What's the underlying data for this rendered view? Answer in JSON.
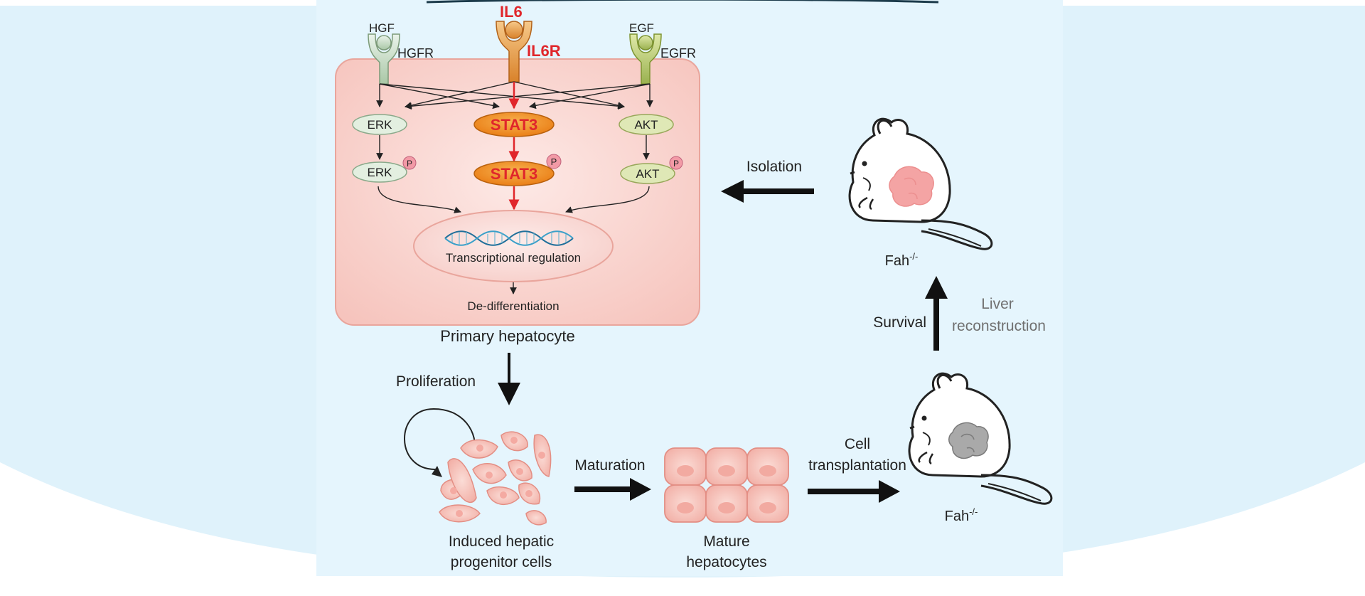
{
  "colors": {
    "background_blue": "#dff2fb",
    "panel_blue": "#e4f4fc",
    "cell_fill": "#f9d3cf",
    "cell_border": "#e59a92",
    "il6_red": "#e0262b",
    "stat3_orange": "#f08c1c",
    "erk_green": "#e3efe0",
    "akt_green": "#dfe8b6",
    "phospho_pink": "#f29aa6",
    "liver_pink": "#f4a4a4",
    "liver_gray": "#a9a9a9"
  },
  "receptors": {
    "hgf": {
      "ligand": "HGF",
      "receptor": "HGFR"
    },
    "il6": {
      "ligand": "IL6",
      "receptor": "IL6R"
    },
    "egf": {
      "ligand": "EGF",
      "receptor": "EGFR"
    }
  },
  "pathway": {
    "erk": "ERK",
    "erk_p": "ERK",
    "stat3": "STAT3",
    "stat3_p": "STAT3",
    "akt": "AKT",
    "akt_p": "AKT",
    "phospho": "P",
    "nucleus": "Transcriptional regulation",
    "outcome": "De-differentiation"
  },
  "cell_label": "Primary hepatocyte",
  "steps": {
    "proliferation": "Proliferation",
    "maturation": "Maturation",
    "transplant_line1": "Cell",
    "transplant_line2": "transplantation",
    "survival": "Survival",
    "liver_line1": "Liver",
    "liver_line2": "reconstruction",
    "isolation": "Isolation"
  },
  "labels": {
    "progenitor_line1": "Induced hepatic",
    "progenitor_line2": "progenitor cells",
    "mature_line1": "Mature",
    "mature_line2": "hepatocytes"
  },
  "mice": {
    "bottom": {
      "base": "Fah",
      "sup": "-/-"
    },
    "top": {
      "base": "Fah",
      "sup": "-/-"
    }
  },
  "icons": [
    "receptor-icon",
    "dna-icon",
    "mouse-icon",
    "liver-icon",
    "cell-icon",
    "arrow-icon"
  ]
}
